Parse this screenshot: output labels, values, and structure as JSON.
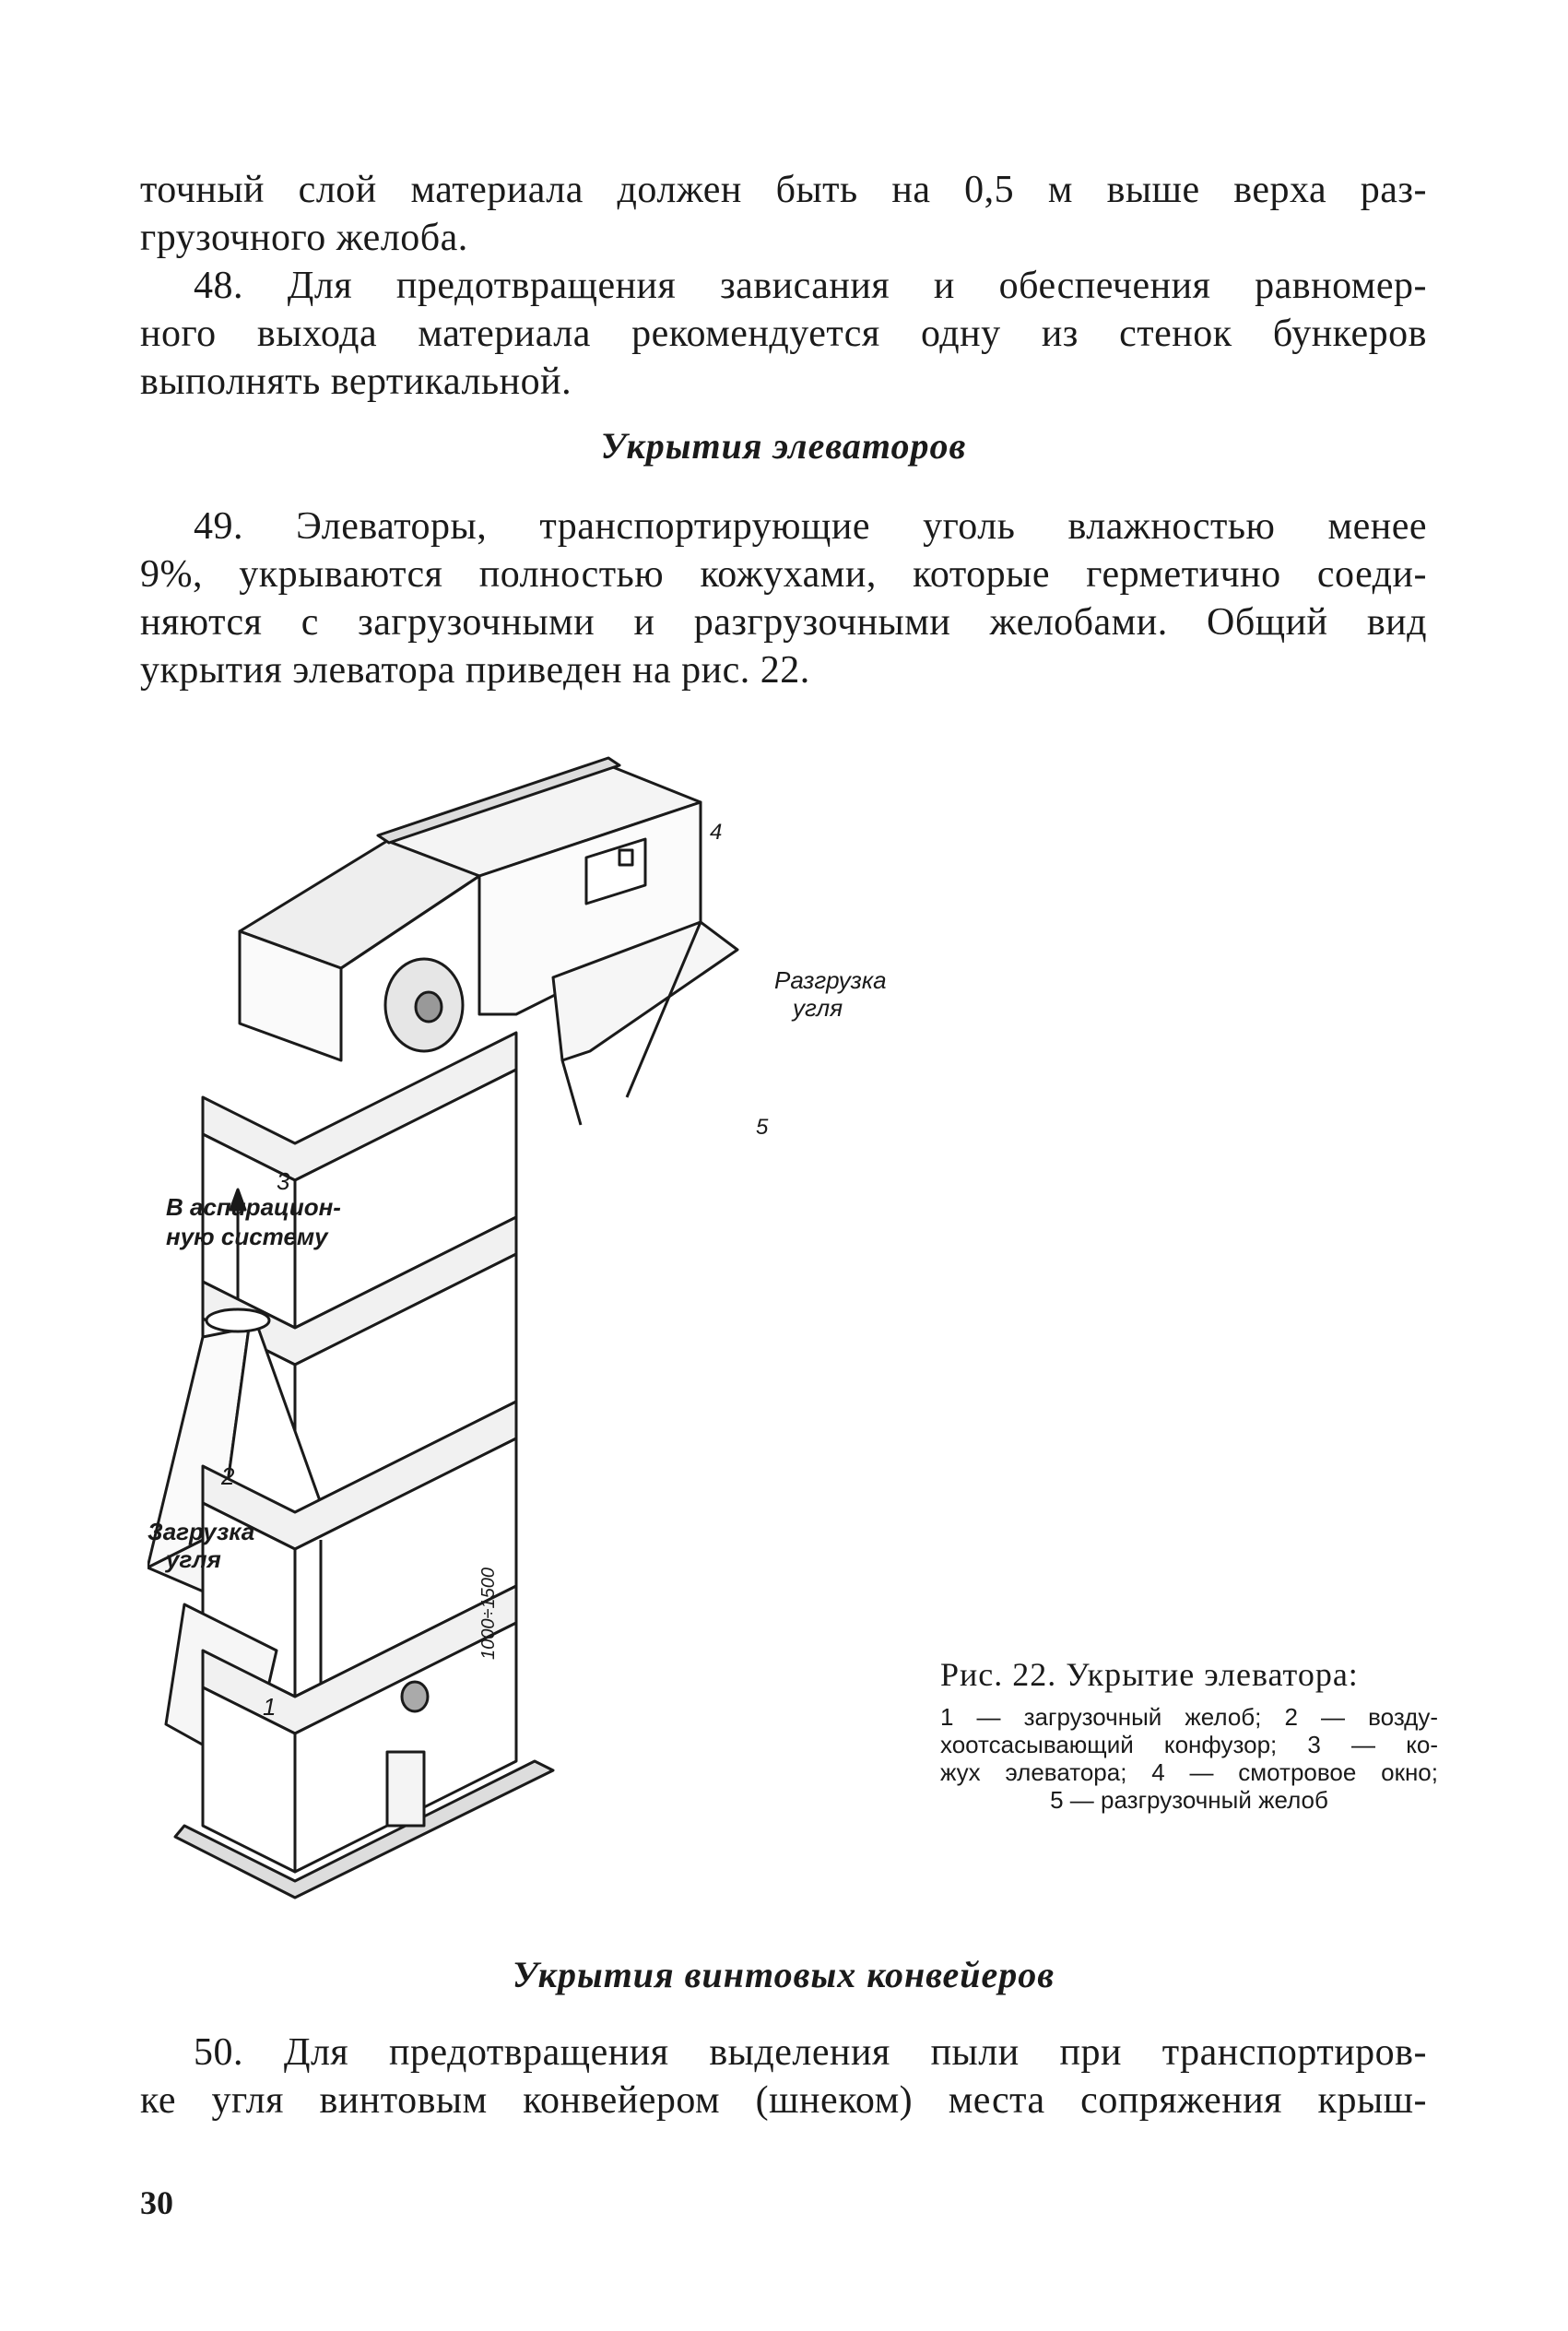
{
  "paragraphs": [
    {
      "lines": [
        "точный слой материала должен быть на 0,5 м выше верха раз-",
        "грузочного желоба."
      ]
    },
    {
      "lines": [
        "48. Для предотвращения зависания и обеспечения равномер-",
        "ного выхода материала рекомендуется одну из стенок бункеров",
        "выполнять вертикальной."
      ]
    },
    {
      "lines": [
        "49. Элеваторы, транспортирующие уголь влажностью менее",
        "9%, укрываются полностью кожухами, которые герметично соеди-",
        "няются с загрузочными и разгрузочными желобами. Общий вид",
        "укрытия элеватора приведен на рис. 22."
      ]
    },
    {
      "lines": [
        "50. Для предотвращения выделения пыли при транспортиров-",
        "ке угля винтовым конвейером (шнеком) места сопряжения крыш-"
      ]
    }
  ],
  "headings": {
    "elevators": "Укрытия элеваторов",
    "screw_conveyors": "Укрытия винтовых конвейеров"
  },
  "figure": {
    "labels": {
      "n1": "1",
      "n2": "2",
      "n3": "3",
      "n4": "4",
      "n5": "5",
      "aspiration_line1": "В аспирацион-",
      "aspiration_line2": "ную систему",
      "loading_line1": "Загрузка",
      "loading_line2": "угля",
      "unloading_line1": "Разгрузка",
      "unloading_line2": "угля",
      "dimension": "1000÷1500"
    },
    "caption_title": "Рис. 22. Укрытие элеватора:",
    "legend_lines": [
      "1 — загрузочный желоб; 2 — возду-",
      "хоотсасывающий конфузор; 3 — ко-",
      "жух элеватора; 4 — смотровое окно;",
      "5 — разгрузочный желоб"
    ]
  },
  "page_number": "30"
}
